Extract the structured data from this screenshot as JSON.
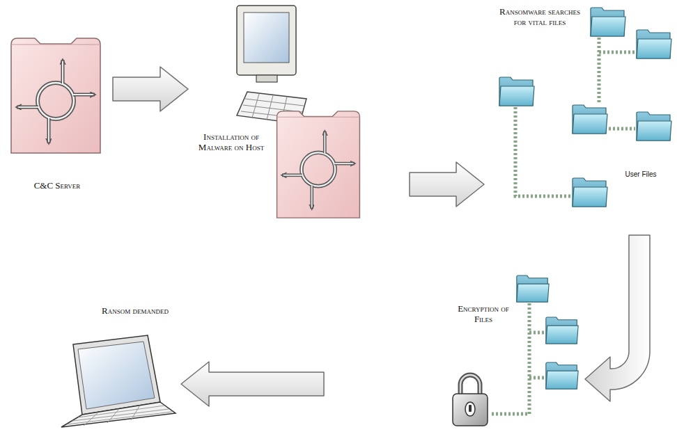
{
  "diagram": {
    "nodes": [
      {
        "text": [
          "C&C Server"
        ]
      },
      {
        "text": [
          "Installation of Malware on Host"
        ]
      },
      {
        "text": [
          "Ransomware searches for vital files",
          "User Files"
        ]
      },
      {
        "text": [
          "Encryption of Files"
        ]
      },
      {
        "text": [
          "Ransom demanded"
        ]
      }
    ],
    "edges": [
      {
        "from": 0,
        "to": 1,
        "arrow": "to"
      },
      {
        "from": 1,
        "to": 2,
        "arrow": "to"
      },
      {
        "from": 2,
        "to": 3,
        "arrow": "to"
      },
      {
        "from": 3,
        "to": 4,
        "arrow": "to"
      }
    ]
  }
}
